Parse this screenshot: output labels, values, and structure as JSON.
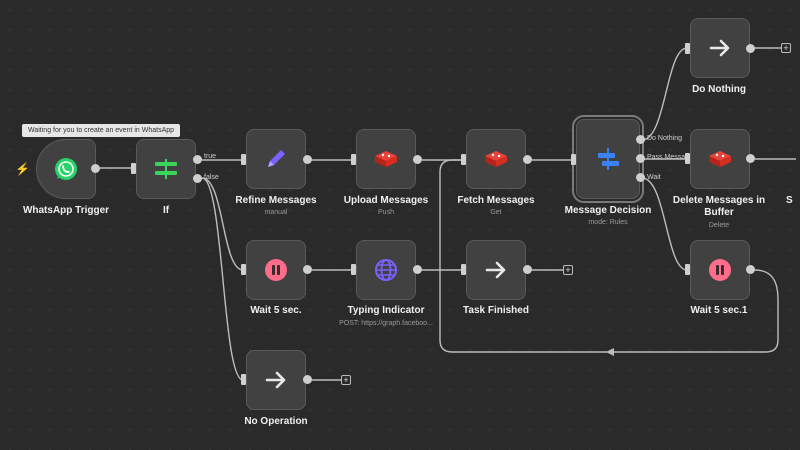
{
  "tooltip": "Waiting for you to create an event in WhatsApp",
  "nodes": {
    "whatsapp_trigger": {
      "label": "WhatsApp Trigger",
      "icon": "whatsapp-icon"
    },
    "if": {
      "label": "If",
      "icon": "if-icon"
    },
    "refine_messages": {
      "label": "Refine Messages",
      "sub": "manual",
      "icon": "pencil-icon"
    },
    "upload_messages": {
      "label": "Upload Messages",
      "sub": "Push",
      "icon": "redis-icon"
    },
    "fetch_messages": {
      "label": "Fetch Messages",
      "sub": "Get",
      "icon": "redis-icon"
    },
    "message_decision": {
      "label": "Message Decision",
      "sub": "mode: Rules",
      "icon": "switch-icon"
    },
    "do_nothing": {
      "label": "Do Nothing",
      "icon": "arrow-right-icon"
    },
    "delete_messages": {
      "label": "Delete Messages in Buffer",
      "sub": "Delete",
      "icon": "redis-icon"
    },
    "wait_5_sec": {
      "label": "Wait 5 sec.",
      "icon": "pause-icon"
    },
    "typing_indicator": {
      "label": "Typing Indicator",
      "sub": "POST: https://graph.faceboo...",
      "icon": "globe-icon"
    },
    "task_finished": {
      "label": "Task Finished",
      "icon": "arrow-right-icon"
    },
    "wait_5_sec_1": {
      "label": "Wait 5 sec.1",
      "icon": "pause-icon"
    },
    "no_operation": {
      "label": "No Operation",
      "icon": "arrow-right-icon"
    },
    "partial_right": {
      "label": "S"
    }
  },
  "branches": {
    "if_true": "true",
    "if_false": "false",
    "do_nothing": "Do Nothing",
    "pass_message": "Pass Message",
    "wait": "Wait"
  },
  "plus_symbol": "+",
  "colors": {
    "background": "#2a2a2a",
    "node": "#414141",
    "edge": "#bdbdbd",
    "whatsapp": "#25d366",
    "redis": "#d82c20",
    "wait": "#ff6d8a",
    "switch": "#3b82f6",
    "globe": "#7b61ff",
    "pencil": "#7b61ff"
  }
}
